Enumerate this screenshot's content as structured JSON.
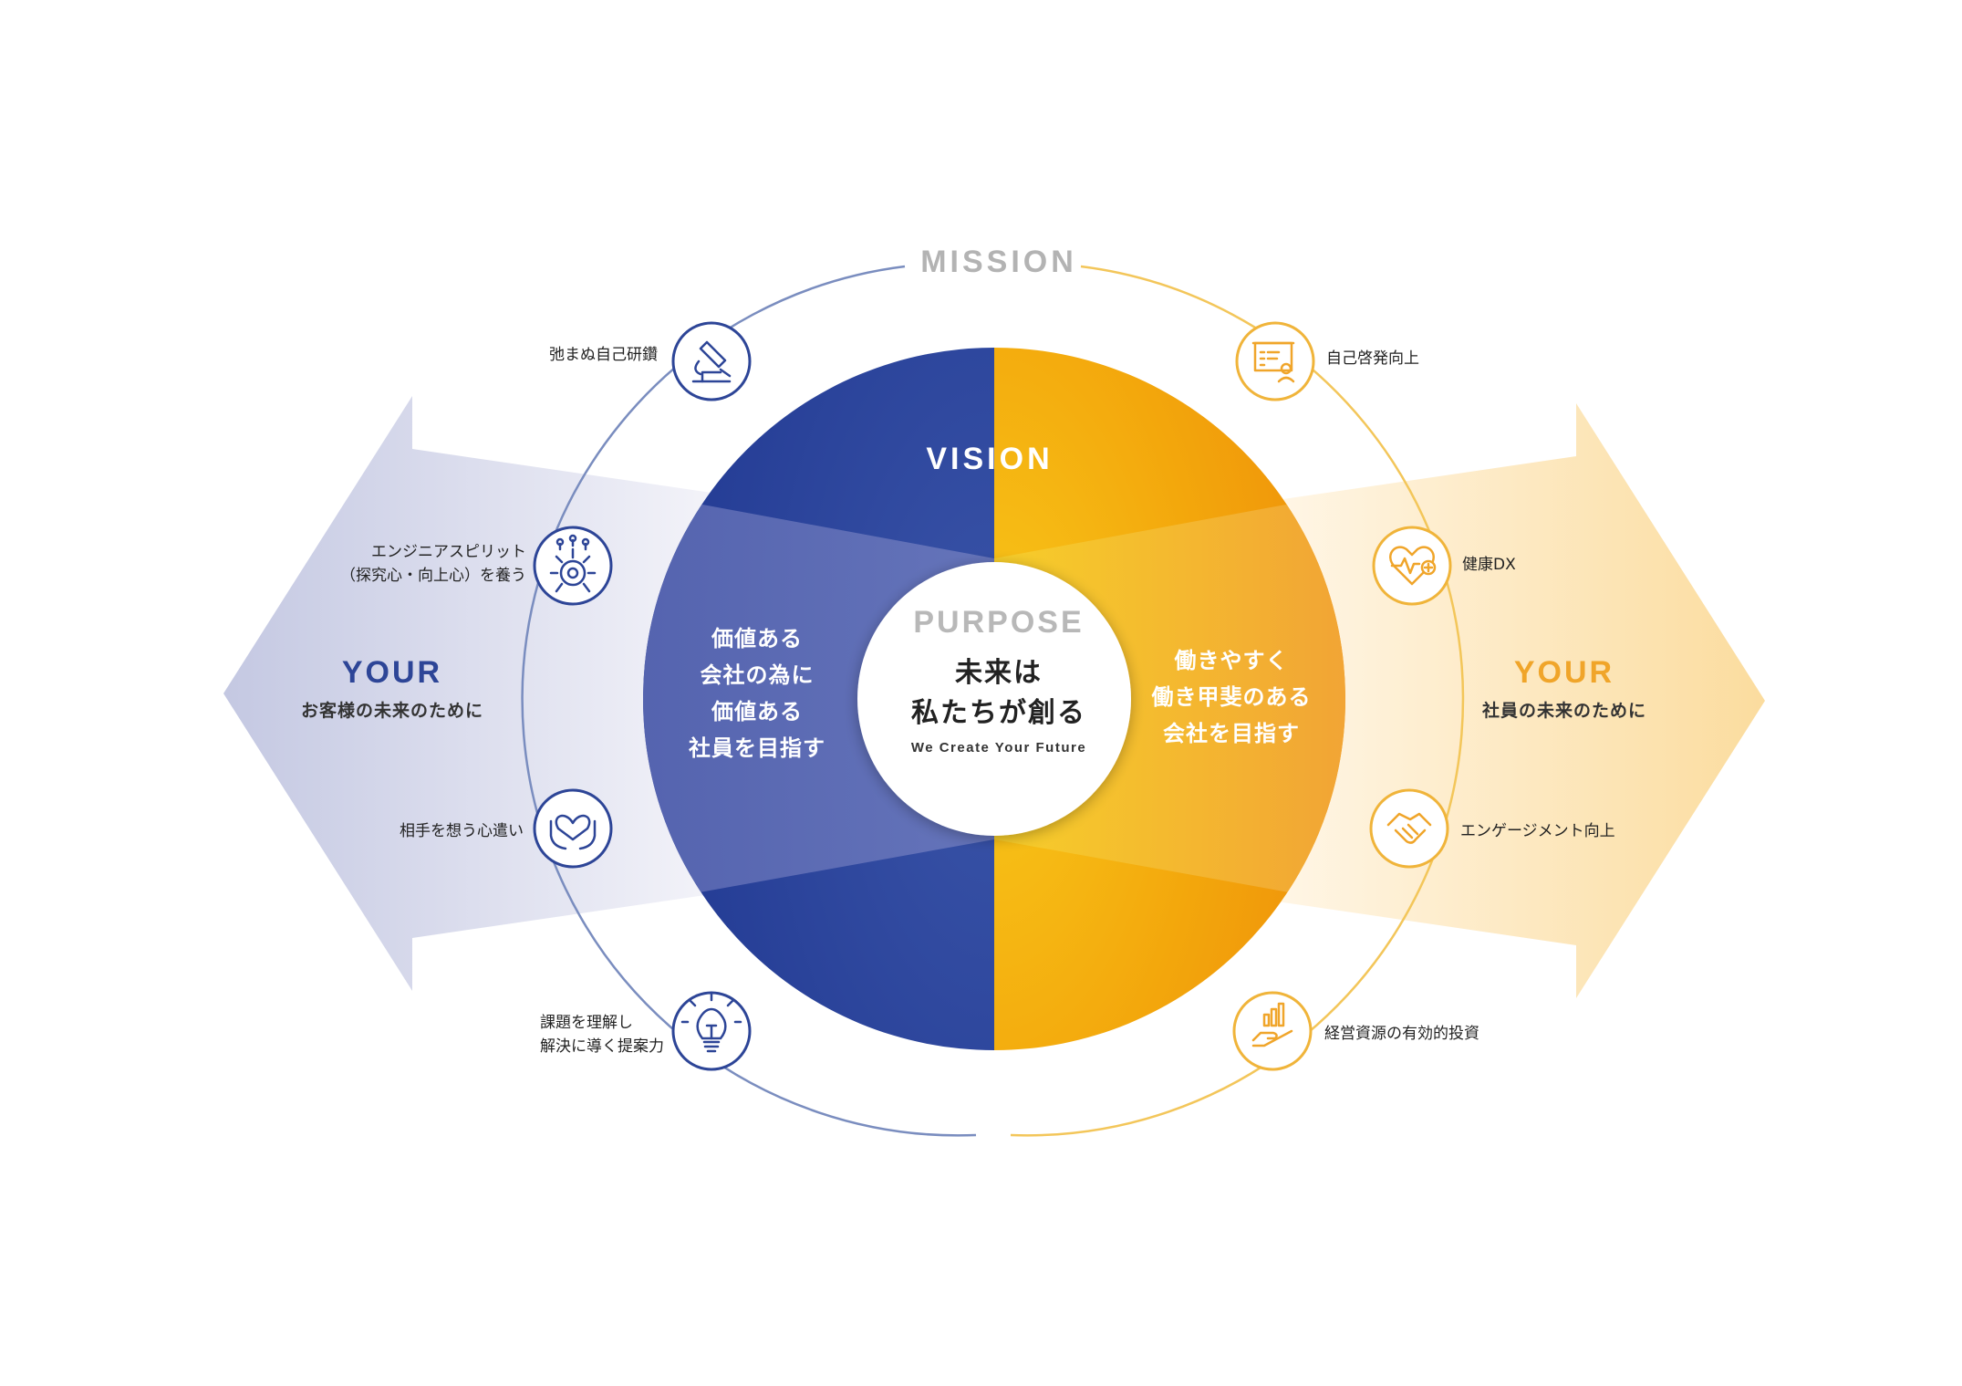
{
  "colors": {
    "navy": "#27409a",
    "orange": "#f0960c",
    "yellow": "#f6c21c",
    "gray": "#b3b3b3"
  },
  "mission": "MISSION",
  "vision": "VISION",
  "purpose": {
    "title": "PURPOSE",
    "lines": [
      "未来は",
      "私たちが創る"
    ],
    "english": "We Create Your Future"
  },
  "left_copy": [
    "価値ある",
    "会社の為に",
    "価値ある",
    "社員を目指す"
  ],
  "right_copy": [
    "働きやすく",
    "働き甲斐のある",
    "会社を目指す"
  ],
  "left_arrow": {
    "title": "YOUR",
    "subtitle": "お客様の未来のために"
  },
  "right_arrow": {
    "title": "YOUR",
    "subtitle": "社員の未来のために"
  },
  "left_items": [
    {
      "icon": "microscope-icon",
      "lines": [
        "弛まぬ自己研鑽"
      ]
    },
    {
      "icon": "gear-network-icon",
      "lines": [
        "エンジニアスピリット",
        "（探究心・向上心）を養う"
      ]
    },
    {
      "icon": "heart-hands-icon",
      "lines": [
        "相手を想う心遣い"
      ]
    },
    {
      "icon": "lightbulb-icon",
      "lines": [
        "課題を理解し",
        "解決に導く提案力"
      ]
    }
  ],
  "right_items": [
    {
      "icon": "presentation-board-icon",
      "lines": [
        "自己啓発向上"
      ]
    },
    {
      "icon": "heart-pulse-icon",
      "lines": [
        "健康DX"
      ]
    },
    {
      "icon": "handshake-icon",
      "lines": [
        "エンゲージメント向上"
      ]
    },
    {
      "icon": "hand-chart-icon",
      "lines": [
        "経営資源の有効的投資"
      ]
    }
  ]
}
